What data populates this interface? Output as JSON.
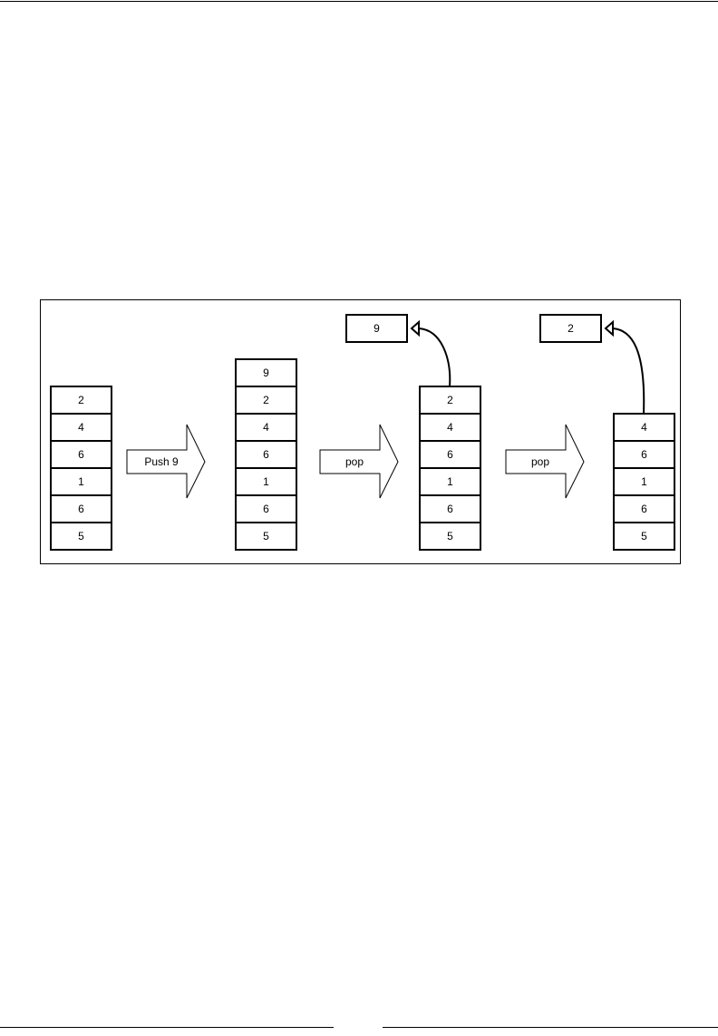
{
  "diagram": {
    "stacks": [
      {
        "cells": [
          "2",
          "4",
          "6",
          "1",
          "6",
          "5"
        ]
      },
      {
        "cells": [
          "9",
          "2",
          "4",
          "6",
          "1",
          "6",
          "5"
        ]
      },
      {
        "cells": [
          "2",
          "4",
          "6",
          "1",
          "6",
          "5"
        ],
        "popped": "9"
      },
      {
        "cells": [
          "4",
          "6",
          "1",
          "6",
          "5"
        ],
        "popped": "2"
      }
    ],
    "operations": [
      {
        "label": "Push 9"
      },
      {
        "label": "pop"
      },
      {
        "label": "pop"
      }
    ]
  }
}
